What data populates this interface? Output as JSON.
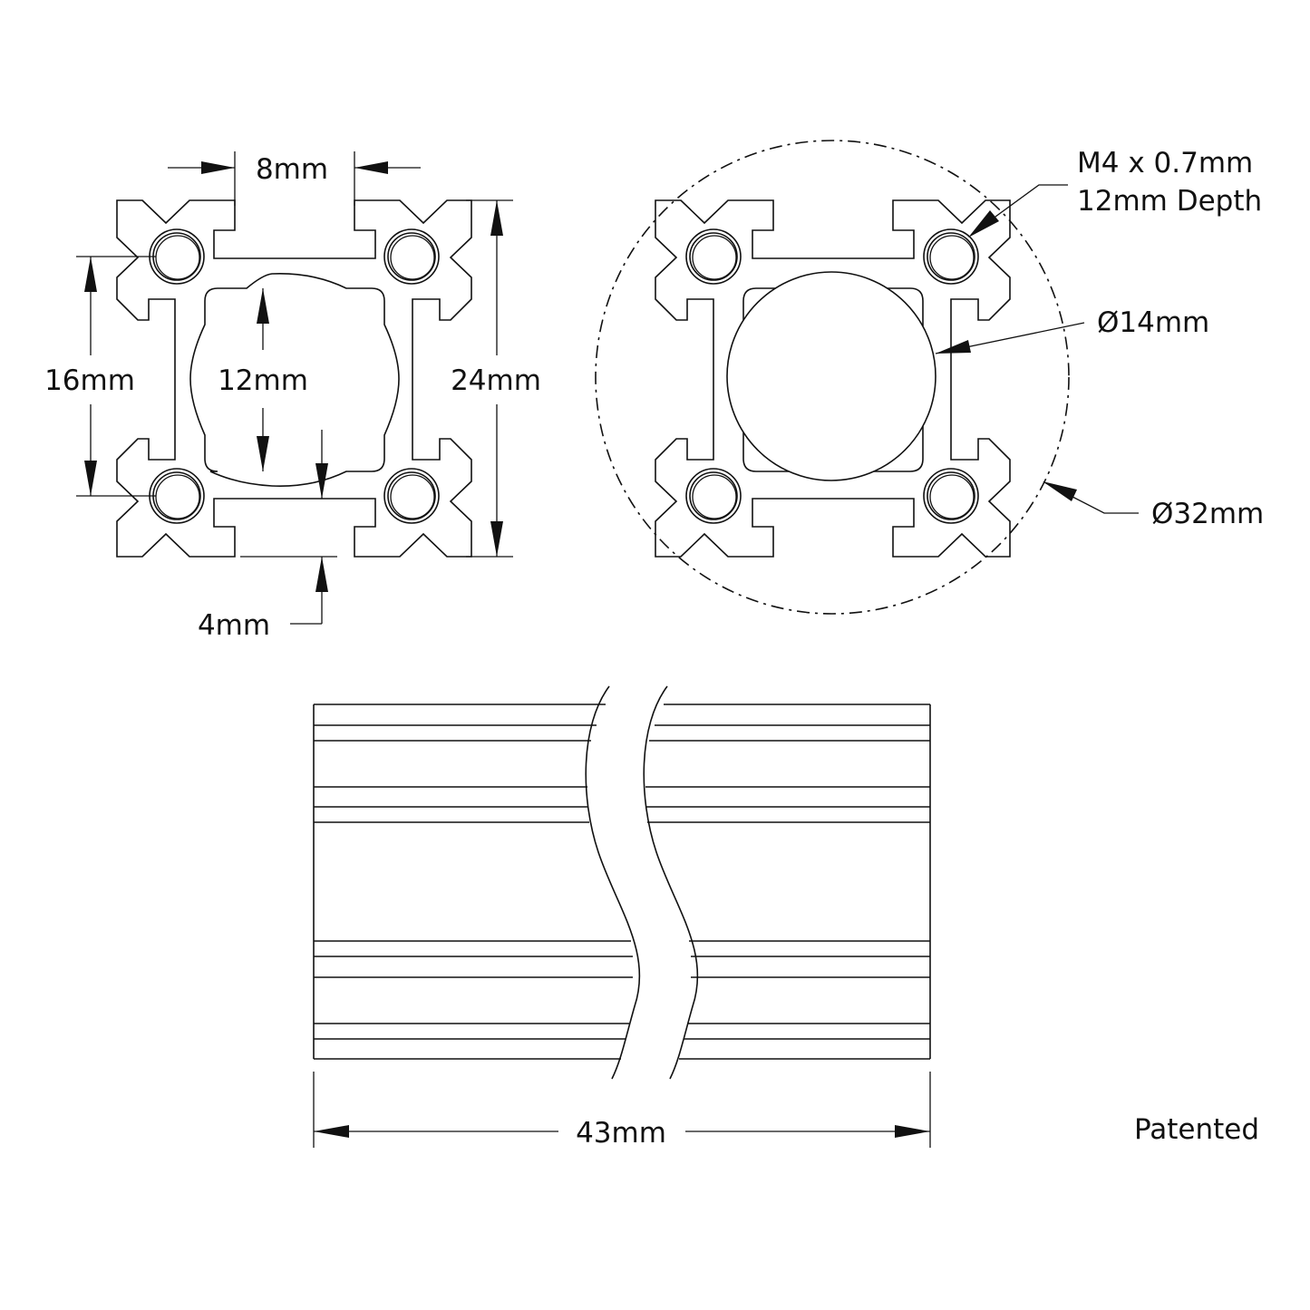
{
  "drawing": {
    "end_view_dimensions": {
      "slot_opening": "8mm",
      "hole_spacing": "16mm",
      "bore_flat": "12mm",
      "overall_width": "24mm",
      "wall": "4mm"
    },
    "hub_view_callouts": {
      "thread_line1": "M4 x 0.7mm",
      "thread_line2": "12mm Depth",
      "bore_diameter": "Ø14mm",
      "hub_diameter": "Ø32mm"
    },
    "side_view": {
      "length": "43mm"
    },
    "note": "Patented"
  }
}
